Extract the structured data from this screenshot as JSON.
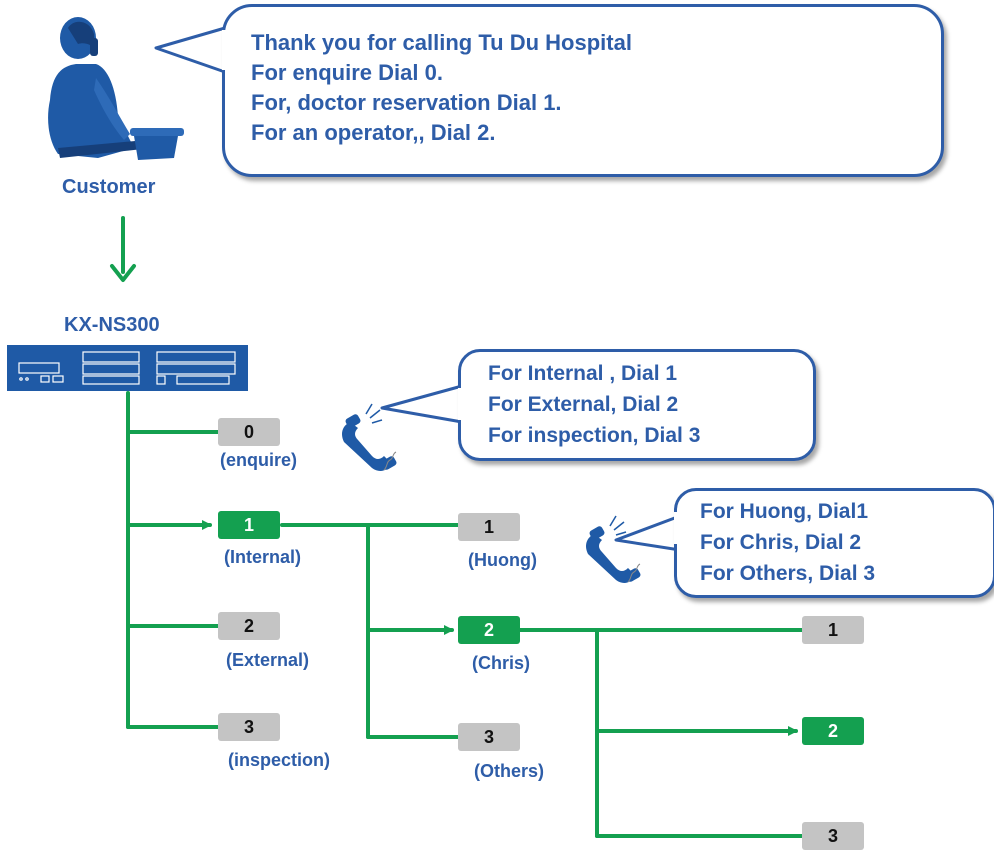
{
  "colors": {
    "accent_blue": "#2e5da8",
    "wire_green": "#14a050",
    "key_grey": "#c4c4c4"
  },
  "customer": {
    "label": "Customer"
  },
  "pbx": {
    "label": "KX-NS300"
  },
  "greeting_bubble": {
    "lines": [
      "Thank you for calling Tu Du Hospital",
      "For enquire Dial 0.",
      "For, doctor reservation Dial 1.",
      "For an operator,, Dial 2."
    ]
  },
  "menu1_bubble": {
    "lines": [
      "For Internal , Dial 1",
      "For External, Dial 2",
      "For inspection, Dial 3"
    ]
  },
  "menu2_bubble": {
    "lines": [
      "For Huong, Dial1",
      "For Chris, Dial 2",
      "For Others, Dial 3"
    ]
  },
  "level1": [
    {
      "key": "0",
      "label": "(enquire)",
      "active": false
    },
    {
      "key": "1",
      "label": "(Internal)",
      "active": true
    },
    {
      "key": "2",
      "label": "(External)",
      "active": false
    },
    {
      "key": "3",
      "label": "(inspection)",
      "active": false
    }
  ],
  "level2": [
    {
      "key": "1",
      "label": "(Huong)",
      "active": false
    },
    {
      "key": "2",
      "label": "(Chris)",
      "active": true
    },
    {
      "key": "3",
      "label": "(Others)",
      "active": false
    }
  ],
  "level3": [
    {
      "key": "1",
      "active": false
    },
    {
      "key": "2",
      "active": true
    },
    {
      "key": "3",
      "active": false
    }
  ],
  "icons": [
    "customer-operator-icon",
    "pbx-unit-icon",
    "ringing-phone-icon"
  ]
}
